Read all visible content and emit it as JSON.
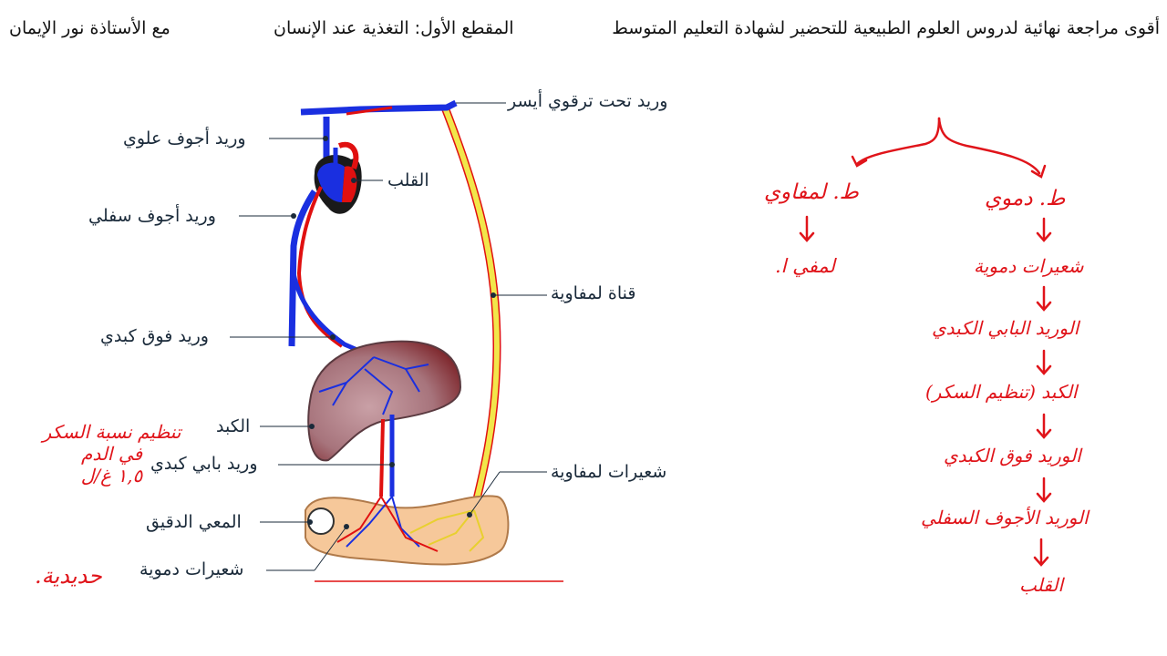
{
  "header": {
    "right": "أقوى مراجعة نهائية لدروس العلوم الطبيعية للتحضير لشهادة التعليم المتوسط",
    "middle": "المقطع الأول: التغذية عند الإنسان",
    "left": "مع الأستاذة نور الإيمان"
  },
  "diagram_labels": {
    "left_subclavian_vein": "وريد تحت ترقوي أيسر",
    "superior_vena_cava": "وريد أجوف علوي",
    "heart": "القلب",
    "inferior_vena_cava": "وريد أجوف سفلي",
    "lymph_duct": "قناة لمفاوية",
    "hepatic_vein": "وريد فوق كبدي",
    "liver": "الكبد",
    "hepatic_portal_vein": "وريد بابي كبدي",
    "lymph_capillaries": "شعيرات لمفاوية",
    "small_intestine": "المعي الدقيق",
    "blood_capillaries": "شعيرات دموية"
  },
  "handwritten": {
    "regulate_sugar": [
      "تنظيم نسبة السكر",
      "في الدم",
      "١,٥ غ/ل"
    ],
    "iron": "حديدية.",
    "lymph_route": "ط. لمفاوي",
    "lymph_vessel": "لمفي ا.",
    "blood_route": "ط. دموي",
    "flow": [
      "شعيرات دموية",
      "الوريد البابي الكبدي",
      "الكبد (تنظيم السكر)",
      "الوريد فوق الكبدي",
      "الوريد الأجوف السفلي",
      "القلب"
    ]
  },
  "colors": {
    "vein_blue": "#1a2fe0",
    "artery_red": "#e01010",
    "lymph_yellow": "#f2e64a",
    "liver": "#a7747c",
    "intestine": "#f6c89a",
    "ink_red": "#e0141a"
  }
}
